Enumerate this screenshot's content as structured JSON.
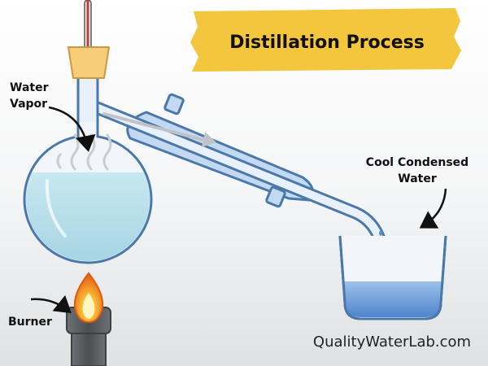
{
  "title": "Distillation Process",
  "labels": {
    "water_vapor_line1": "Water",
    "water_vapor_line2": "Vapor",
    "cool_condensed_line1": "Cool Condensed",
    "cool_condensed_line2": "Water",
    "burner": "Burner"
  },
  "watermark": "QualityWaterLab.com",
  "colors": {
    "title_highlight": "#f4c63d",
    "liquid": "#b4dde8",
    "glass_stroke": "#4a78a8",
    "condenser_fill": "#c3d9f2",
    "beaker_water": "#5b8fd0",
    "flame_outer": "#f5a623",
    "burner_body": "#5a5d60"
  }
}
